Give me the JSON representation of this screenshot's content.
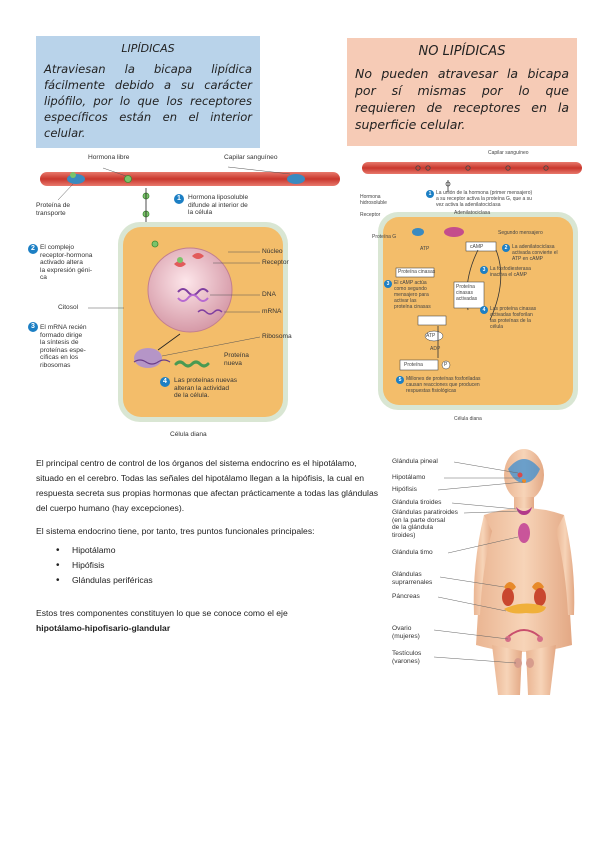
{
  "lipidicas": {
    "title": "LIPÍDICAS",
    "text": "Atraviesan la bicapa lipídica fácilmente debido a su carácter lipófilo, por lo que los receptores específicos están en el interior celular."
  },
  "no_lipidicas": {
    "title": "NO LIPÍDICAS",
    "text": "No pueden atravesar la bicapa por sí mismas por lo que requieren de receptores en la superficie celular."
  },
  "figure_lipidica": {
    "hormona_libre": "Hormona libre",
    "capilar": "Capilar sanguíneo",
    "proteina_transporte": "Proteína de\ntransporte",
    "step1": "Hormona liposoluble\ndifunde al interior de\nla célula",
    "step2": "El complejo\nreceptor-hormona\nactivado altera\nla expresión géni-\nca",
    "nucleo": "Núcleo",
    "receptor": "Receptor",
    "dna": "DNA",
    "mrna": "mRNA",
    "citosol": "Citosol",
    "ribosoma": "Ribosoma",
    "step3": "El mRNA recién\nformado dirige\nla síntesis de\nproteínas espe-\ncíficas en los\nribosomas",
    "proteina_nueva": "Proteína\nnueva",
    "step4": "Las proteínas nuevas\nalteran la actividad\nde la célula.",
    "celula_diana": "Célula diana",
    "n1": "1",
    "n2": "2",
    "n3": "3",
    "n4": "4"
  },
  "figure_no_lipidica": {
    "capilar": "Capilar sanguíneo",
    "hormona": "Hormona\nhidrosoluble",
    "receptor": "Receptor",
    "step1": "La unión de la hormona (primer mensajero)\na su receptor activa la proteína G, que a su\nvez activa la adenilatociclasa",
    "adenilato": "Adenilatociclasa",
    "proteina_g": "Proteína G",
    "segundo": "Segundo mensajero",
    "atp": "ATP",
    "camp": "cAMP",
    "step2": "La adenilatociclasa\nactivada convierte el\nATP en cAMP",
    "proteina_cinasas": "Proteína cinasas",
    "step3": "El cAMP actúa\ncomo segundo\nmensajero para\nactivar las\nproteína cinasas",
    "step_pd": "La fosfodiesterasa\ninactiva el cAMP",
    "proteina_cinasas_activadas": "Proteína\ncinasas\nactivadas",
    "step4": "Las proteína cinasas\nactivadas fosforilan\nlas proteínas de la\ncélula",
    "adp": "ADP",
    "proteina": "Proteína",
    "p": "P",
    "step5": "Millones de proteínas fosforiladas\ncausan reacciones que producen\nrespuestas fisiológicas",
    "celula_diana": "Célula diana"
  },
  "intro": "El principal centro de control de los órganos del sistema endocrino es el hipotálamo, situado en el cerebro. Todas las señales del hipotálamo llegan a la hipófisis, la cual en respuesta secreta sus propias hormonas que afectan prácticamente a todas las glándulas del cuerpo humano (hay excepciones).",
  "puntos_intro": "El sistema endocrino tiene, por tanto, tres puntos funcionales principales:",
  "puntos": [
    "Hipotálamo",
    "Hipófisis",
    "Glándulas periféricas"
  ],
  "eje_intro": "Estos tres componentes constituyen lo que se conoce como el eje",
  "eje_nombre": "hipotálamo-hipofisario-glandular",
  "figure_body": {
    "pineal": "Glándula pineal",
    "hipotalamo": "Hipotálamo",
    "hipofisis": "Hipófisis",
    "tiroides": "Glándula tiroides",
    "paratiroides": "Glándulas paratiroides\n(en la parte dorsal\nde la glándula\ntiroides)",
    "timo": "Glándula timo",
    "suprarrenales": "Glándulas\nsuprarrenales",
    "pancreas": "Páncreas",
    "ovario": "Ovario\n(mujeres)",
    "testiculos": "Testículos\n(varones)"
  },
  "colors": {
    "lip_box": "#b9d3ea",
    "nolip_box": "#f6cbb6",
    "cell": "#f3bd6a",
    "vessel": "#d2493e",
    "step_num": "#1c7fc4"
  }
}
